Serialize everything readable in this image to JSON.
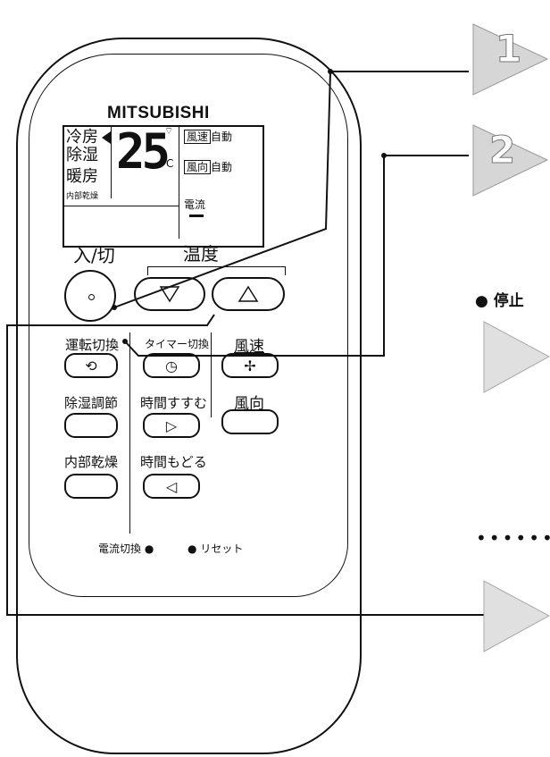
{
  "brand": "MITSUBISHI",
  "display": {
    "modes": [
      "冷房",
      "除湿",
      "暖房",
      "内部乾燥"
    ],
    "temperature": "25",
    "unit": "°C",
    "fan_tag": "風速",
    "fan_value": "自動",
    "dir_tag": "風向",
    "dir_value": "自動",
    "current_label": "電流"
  },
  "buttons": {
    "power": "入/切",
    "temp": "温度",
    "mode": "運転切換",
    "timer": "タイマー切換",
    "fan": "風速",
    "dehumid": "除湿調節",
    "time_forward": "時間すすむ",
    "direction": "風向",
    "internal_dry": "内部乾燥",
    "time_back": "時間もどる",
    "current_switch": "電流切換",
    "reset": "リセット"
  },
  "steps": [
    "1",
    "2"
  ],
  "stop_note": "停止"
}
